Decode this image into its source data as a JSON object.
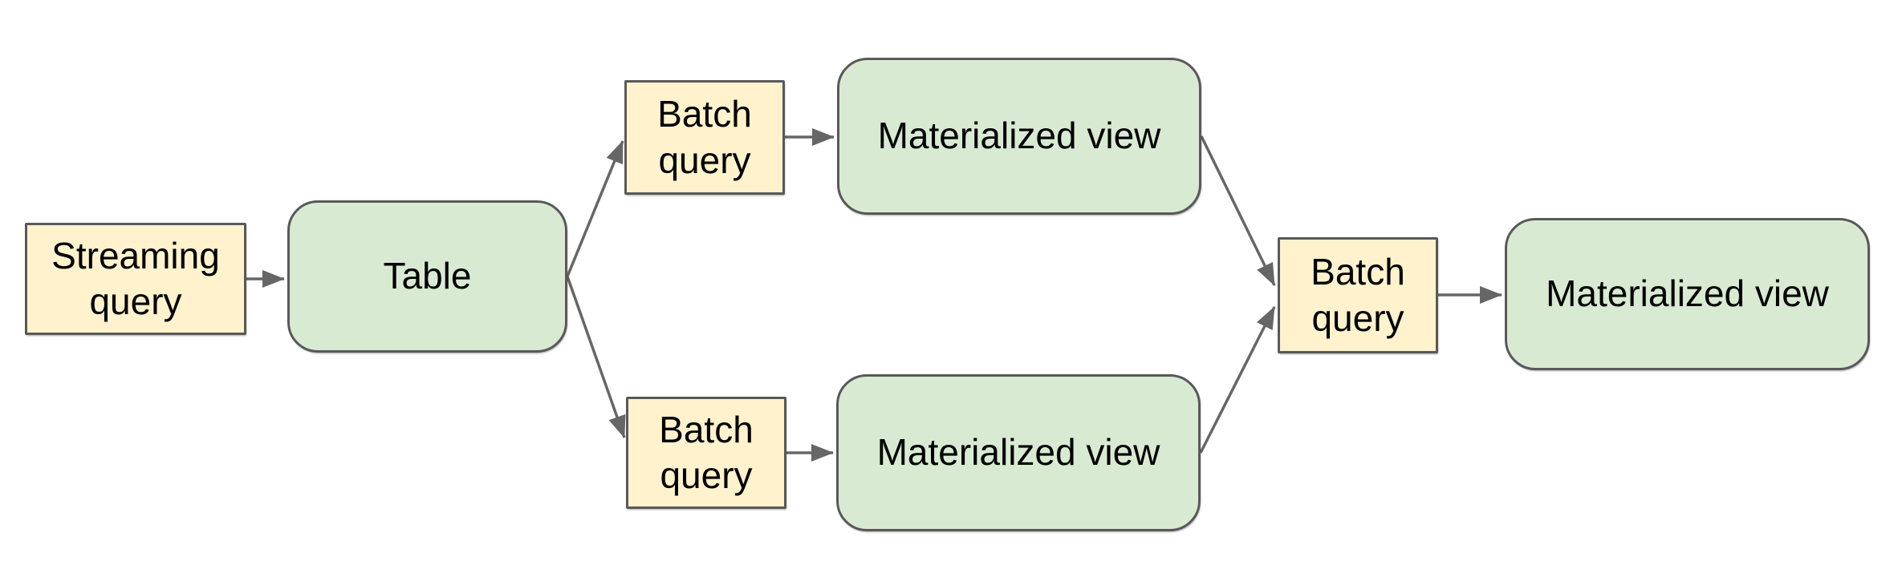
{
  "diagram_title": "",
  "colors": {
    "page_bg": "#ffffff",
    "query_fill": "#fff2cc",
    "query_border": "#595959",
    "data_fill": "#d9ead3",
    "data_border": "#595959",
    "connector": "#666666",
    "text": "#000000"
  },
  "nodes": {
    "streaming_query": {
      "label": "Streaming query",
      "shape": "rectangle",
      "role": "query"
    },
    "table": {
      "label": "Table",
      "shape": "rounded-rectangle",
      "role": "data"
    },
    "batch_query_top": {
      "label": "Batch query",
      "shape": "rectangle",
      "role": "query"
    },
    "materialized_view_top": {
      "label": "Materialized view",
      "shape": "rounded-rectangle",
      "role": "data"
    },
    "batch_query_bottom": {
      "label": "Batch query",
      "shape": "rectangle",
      "role": "query"
    },
    "materialized_view_bottom": {
      "label": "Materialized view",
      "shape": "rounded-rectangle",
      "role": "data"
    },
    "batch_query_right": {
      "label": "Batch query",
      "shape": "rectangle",
      "role": "query"
    },
    "materialized_view_right": {
      "label": "Materialized view",
      "shape": "rounded-rectangle",
      "role": "data"
    }
  },
  "edges": [
    {
      "from": "streaming_query",
      "to": "table"
    },
    {
      "from": "table",
      "to": "batch_query_top"
    },
    {
      "from": "batch_query_top",
      "to": "materialized_view_top"
    },
    {
      "from": "table",
      "to": "batch_query_bottom"
    },
    {
      "from": "batch_query_bottom",
      "to": "materialized_view_bottom"
    },
    {
      "from": "materialized_view_top",
      "to": "batch_query_right"
    },
    {
      "from": "materialized_view_bottom",
      "to": "batch_query_right"
    },
    {
      "from": "batch_query_right",
      "to": "materialized_view_right"
    }
  ]
}
